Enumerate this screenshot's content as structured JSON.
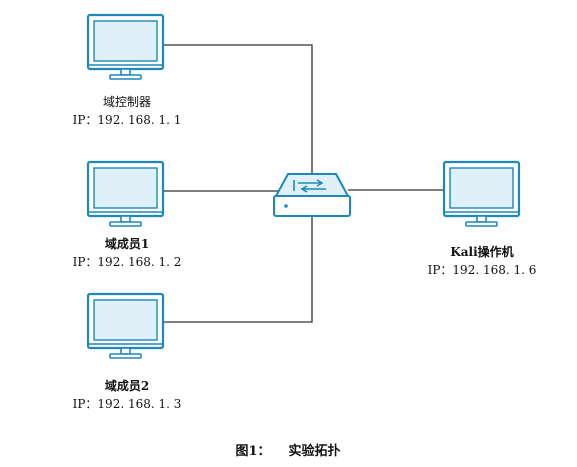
{
  "colors": {
    "device_stroke": "#1d89b8",
    "screen_fill": "#dff0f8",
    "link": "#333333"
  },
  "nodes": {
    "domain_controller": {
      "name": "域控制器",
      "ip": "IP：192. 168. 1. 1"
    },
    "domain_member_1": {
      "name": "域成员1",
      "ip": "IP：192. 168. 1. 2"
    },
    "domain_member_2": {
      "name": "域成员2",
      "ip": "IP：192. 168. 1. 3"
    },
    "kali": {
      "name": "Kali操作机",
      "ip": "IP：192. 168. 1. 6"
    },
    "switch": {
      "icon": "switch-icon"
    }
  },
  "caption": {
    "label": "图1：",
    "title": "实验拓扑"
  }
}
